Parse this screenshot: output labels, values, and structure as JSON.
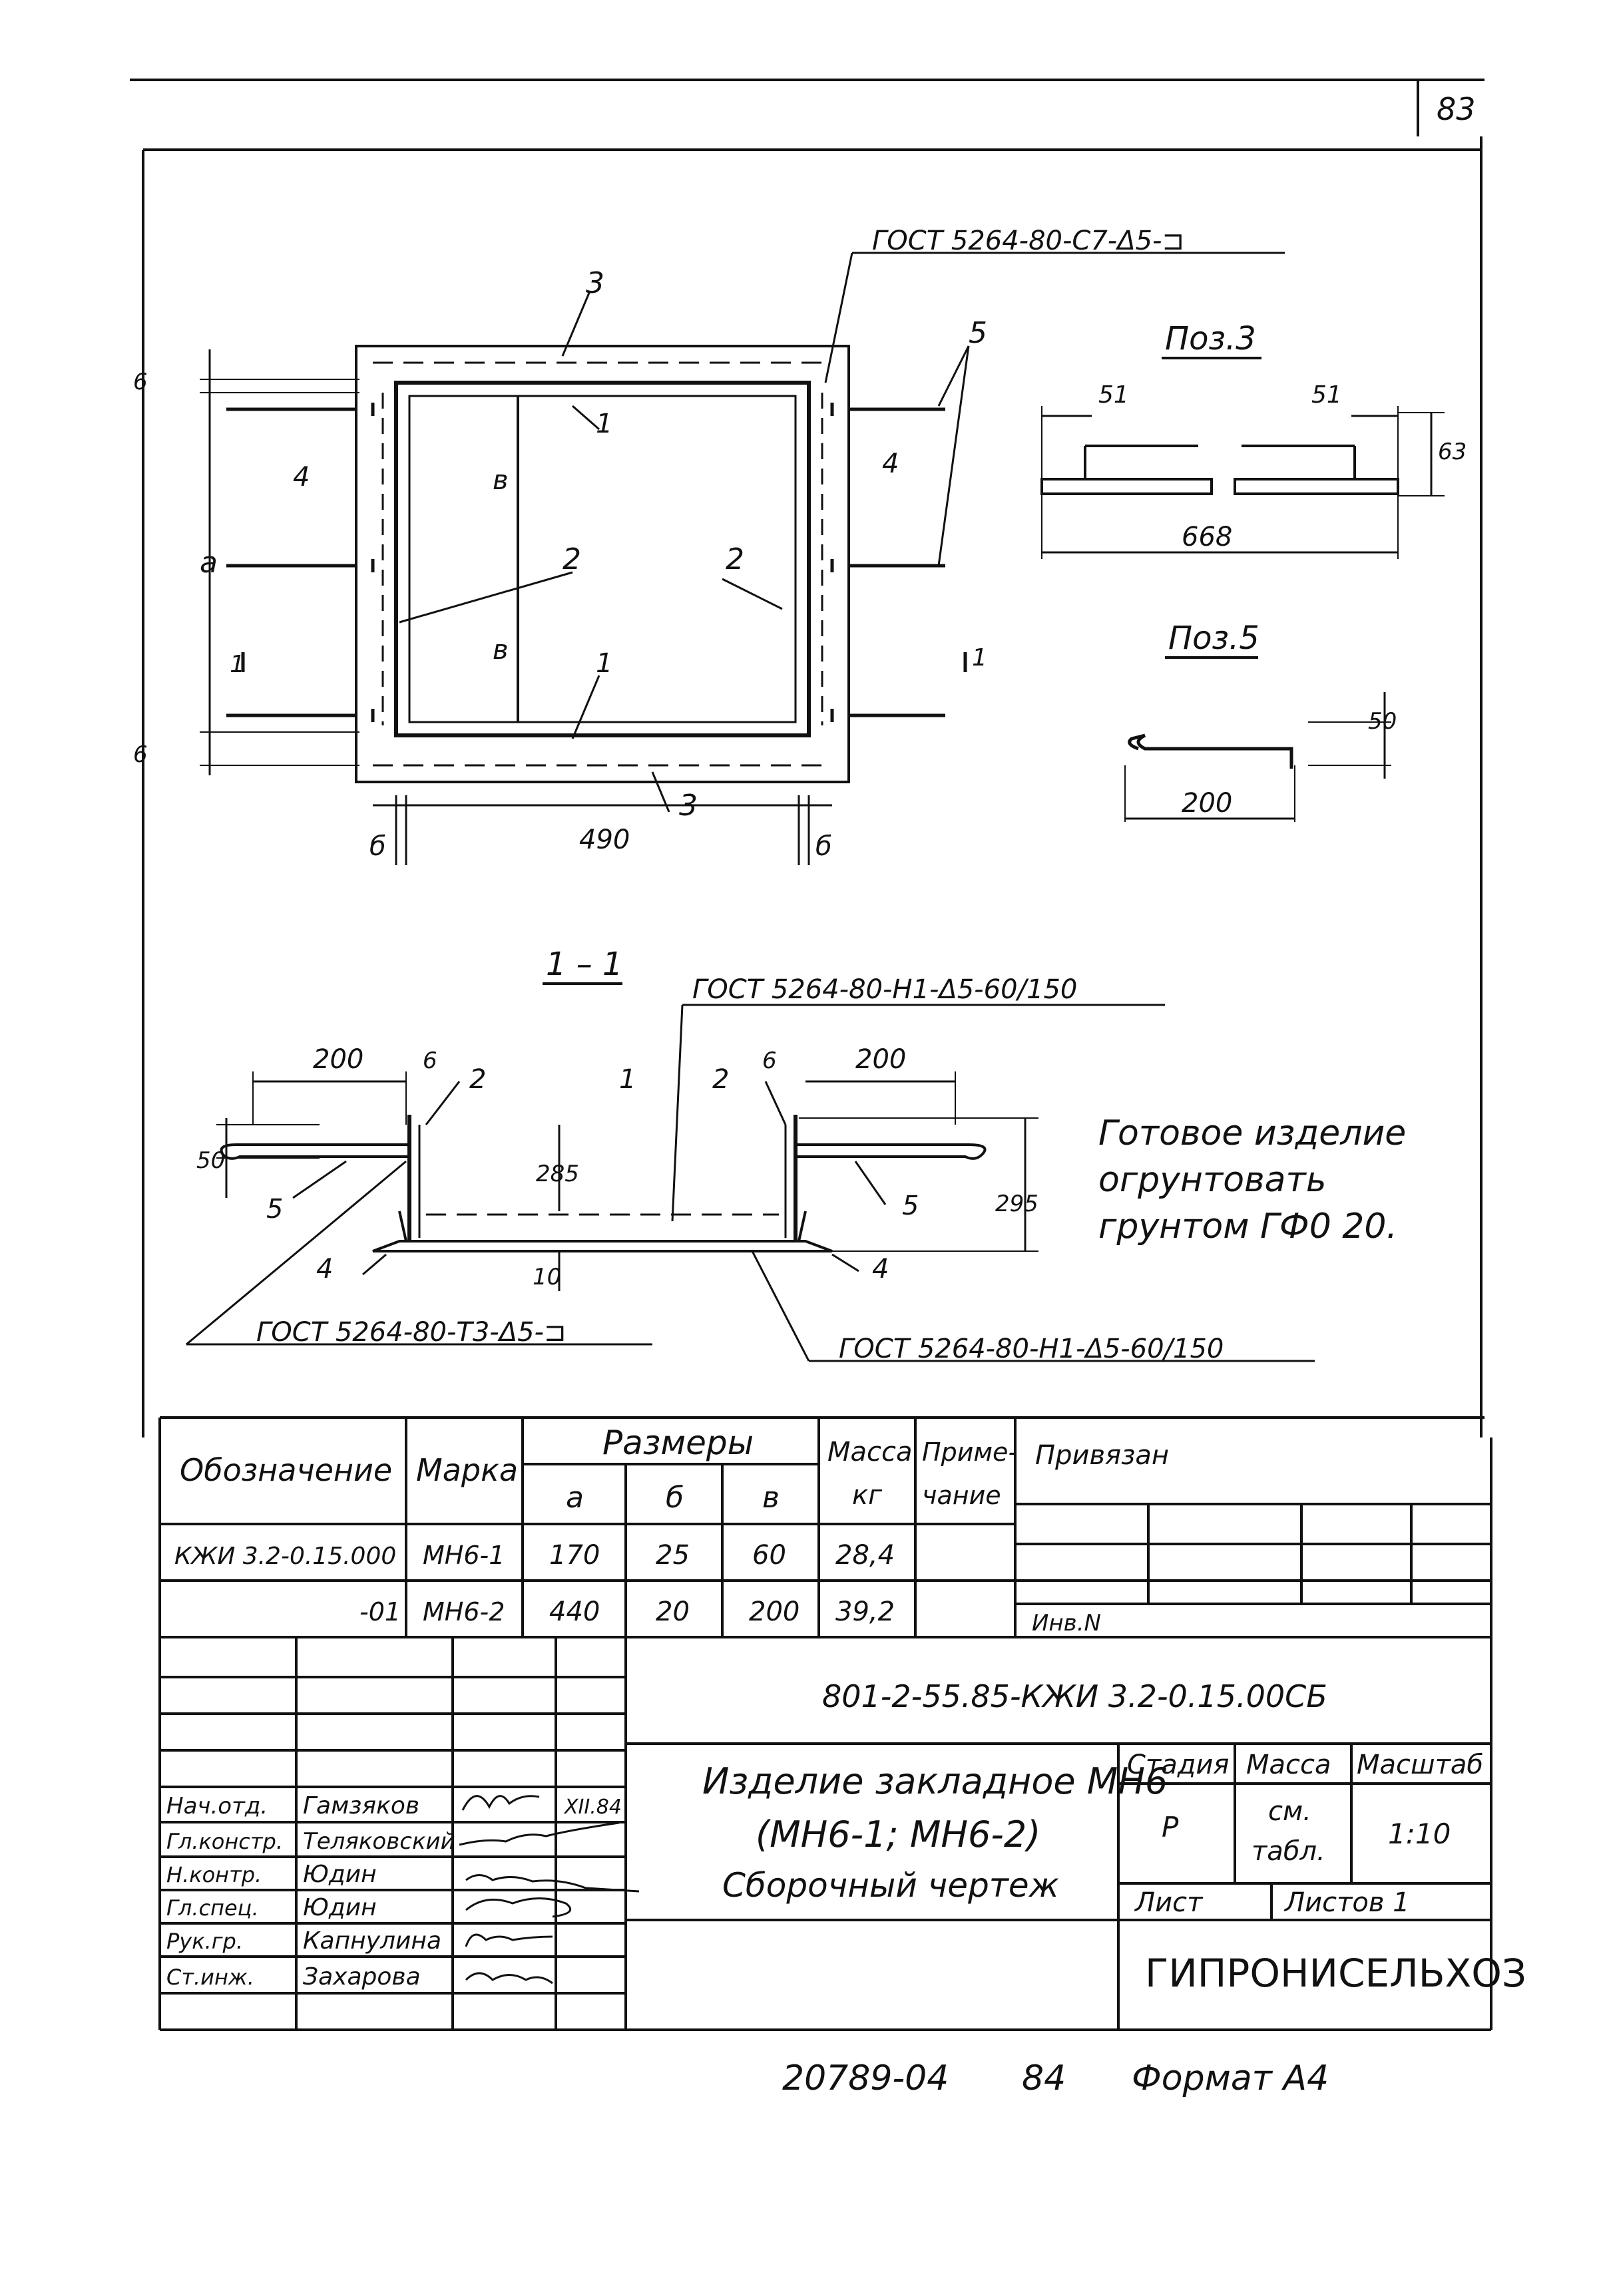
{
  "page_number": "83",
  "drawing": {
    "weld_top": "ГОСТ 5264-80-С7-Δ5-⊐",
    "plan": {
      "labels": {
        "pos1": "1",
        "pos2": "2",
        "pos3": "3",
        "pos4": "4",
        "pos5": "5"
      },
      "dim_a": "а",
      "dim_b": "б",
      "dim_v": "в",
      "dim_six": "6",
      "dim_width": "490",
      "section_mark": "1"
    },
    "pos3": {
      "title": "Поз.3",
      "d51": "51",
      "d63": "63",
      "length": "668"
    },
    "pos5": {
      "title": "Поз.5",
      "d50": "50",
      "length": "200"
    },
    "section": {
      "title": "1 – 1",
      "weld_top": "ГОСТ 5264-80-Н1-Δ5-60/150",
      "d200": "200",
      "d6": "6",
      "d50": "50",
      "d285": "285",
      "d295": "295",
      "d10": "10",
      "weld_left": "ГОСТ 5264-80-Т3-Δ5-⊐",
      "weld_bottom": "ГОСТ 5264-80-Н1-Δ5-60/150"
    },
    "note": [
      "Готовое изделие",
      "огрунтовать",
      "грунтом ГФ0 20."
    ]
  },
  "spec_table": {
    "headers": {
      "designation": "Обозначение",
      "mark": "Марка",
      "sizes": "Размеры",
      "a": "а",
      "b": "б",
      "v": "в",
      "mass": "Масса",
      "mass_unit": "кг",
      "note_1": "Приме-",
      "note_2": "чание"
    },
    "rows": [
      {
        "designation": "КЖИ 3.2-0.15.000",
        "mark": "МН6-1",
        "a": "170",
        "b": "25",
        "v": "60",
        "mass": "28,4"
      },
      {
        "designation": "-01",
        "mark": "МН6-2",
        "a": "440",
        "b": "20",
        "v": "200",
        "mass": "39,2"
      }
    ]
  },
  "side_box": {
    "linked": "Привязан",
    "inv": "Инв.N"
  },
  "title_block": {
    "code": "801-2-55.85-КЖИ 3.2-0.15.00СБ",
    "name_1": "Изделие закладное МН6",
    "name_2": "(МН6-1; МН6-2)",
    "name_3": "Сборочный чертеж",
    "stage_h": "Стадия",
    "mass_h": "Масса",
    "scale_h": "Масштаб",
    "stage": "Р",
    "mass_1": "см.",
    "mass_2": "табл.",
    "scale": "1:10",
    "sheet": "Лист",
    "sheets": "Листов 1",
    "org": "ГИПРОНИСЕЛЬХОЗ",
    "date": "XII.84",
    "staff": [
      {
        "role": "Нач.отд.",
        "name": "Гамзяков"
      },
      {
        "role": "Гл.констр.",
        "name": "Теляковский"
      },
      {
        "role": "Н.контр.",
        "name": "Юдин"
      },
      {
        "role": "Гл.спец.",
        "name": "Юдин"
      },
      {
        "role": "Рук.гр.",
        "name": "Капнулина"
      },
      {
        "role": "Ст.инж.",
        "name": "Захарова"
      }
    ]
  },
  "footer": {
    "number": "20789-04",
    "page": "84",
    "format": "Формат А4"
  }
}
